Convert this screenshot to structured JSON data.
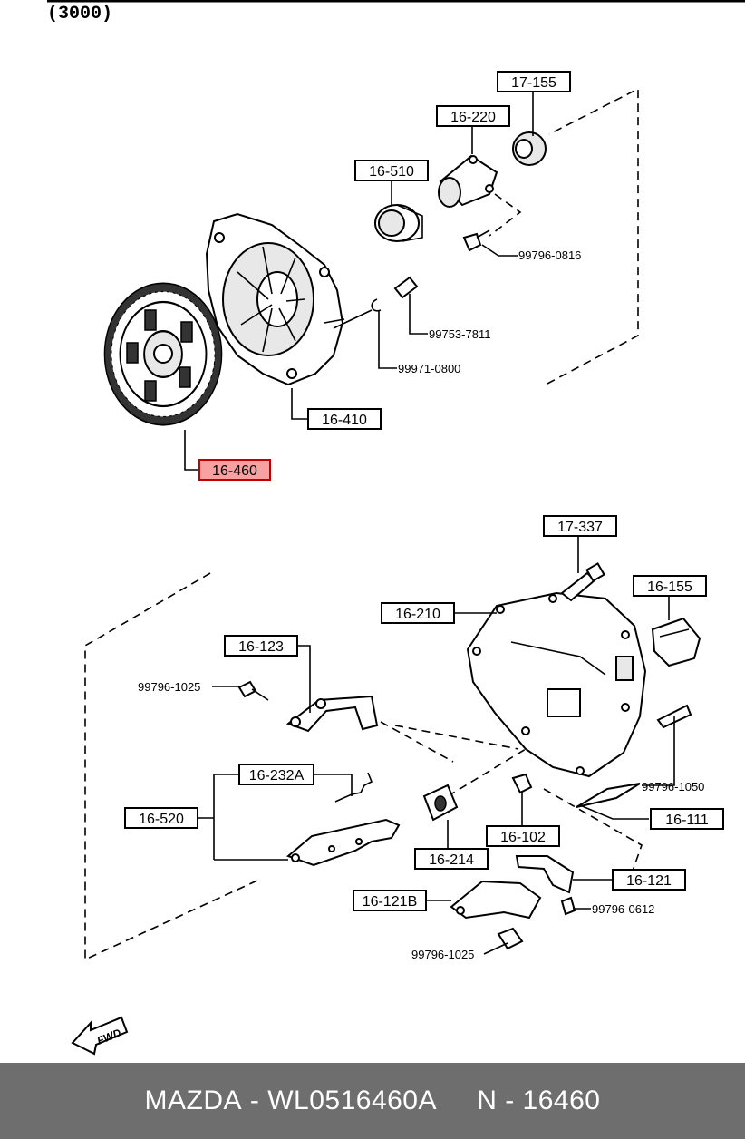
{
  "header": {
    "code": "(3000)"
  },
  "footer": {
    "brand": "MAZDA",
    "separator": " - ",
    "part_number": "WL0516460A",
    "gap": "     ",
    "ref_label": "N - 16460"
  },
  "callouts": {
    "c17155": "17-155",
    "c16220": "16-220",
    "c16510": "16-510",
    "c16410": "16-410",
    "c16460": "16-460",
    "c17337": "17-337",
    "c16155": "16-155",
    "c16210": "16-210",
    "c16123": "16-123",
    "c16232A": "16-232A",
    "c16520": "16-520",
    "c16214": "16-214",
    "c16102": "16-102",
    "c16111": "16-111",
    "c16121": "16-121",
    "c16121B": "16-121B"
  },
  "bolts": {
    "b0816": "99796-0816",
    "b7811": "99753-7811",
    "b0800": "99971-0800",
    "b1025a": "99796-1025",
    "b1050": "99796-1050",
    "b0612": "99796-0612",
    "b1025b": "99796-1025"
  },
  "highlight": {
    "color": "#f7a1a1",
    "border": "#c00000",
    "part": "16-460"
  },
  "fwd_label": "FWD"
}
